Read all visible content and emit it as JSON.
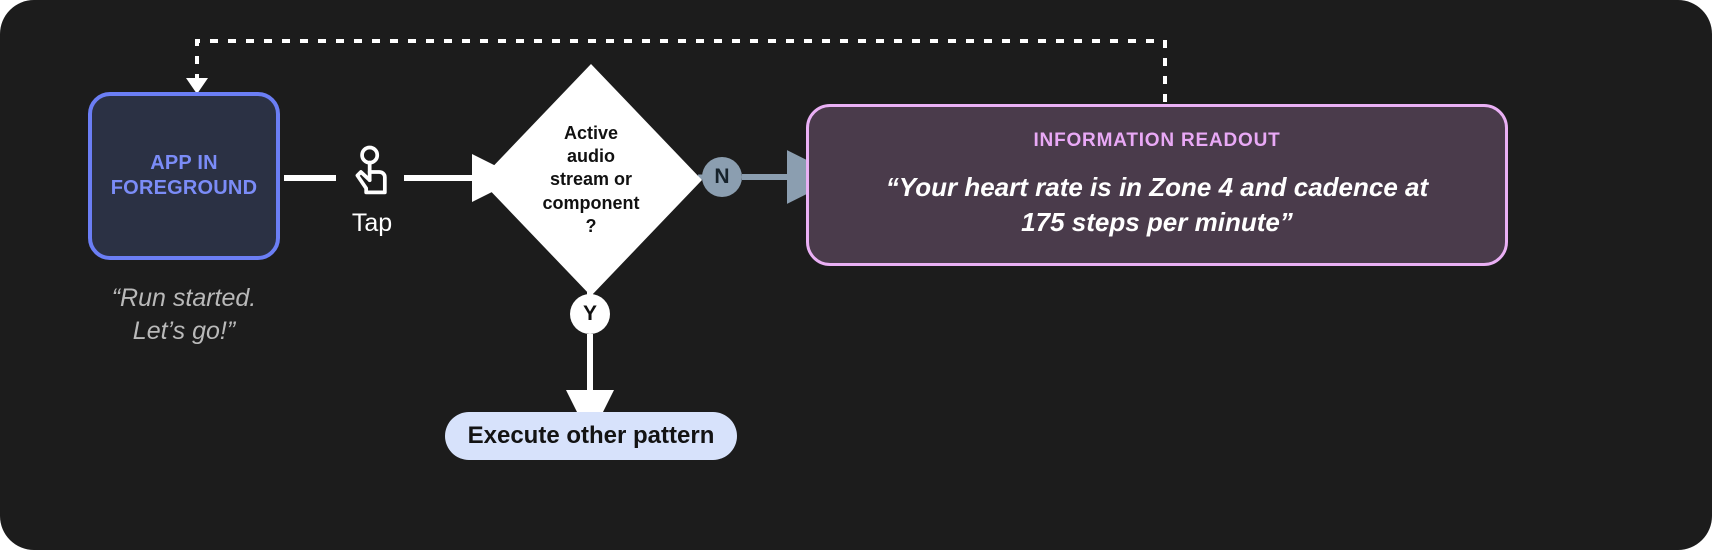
{
  "diagram": {
    "background_color": "#1c1c1c",
    "app_card": {
      "label_line1": "APP IN",
      "label_line2": "FOREGROUND",
      "border_color": "#6b7ef5",
      "fill_color": "#2b3144",
      "text_color": "#7b8cf7"
    },
    "app_caption": {
      "line1": "“Run started.",
      "line2": "Let’s go!”",
      "color": "#b9b9b9"
    },
    "gesture": {
      "icon": "tap-hand-icon",
      "label": "Tap"
    },
    "decision": {
      "line1": "Active",
      "line2": "audio",
      "line3": "stream or",
      "line4": "component",
      "line5": "?",
      "fill_color": "#ffffff",
      "text_color": "#111111"
    },
    "branches": {
      "no_badge": "N",
      "no_badge_color": "#8b9eb0",
      "yes_badge": "Y",
      "yes_badge_color": "#ffffff"
    },
    "readout": {
      "title": "INFORMATION READOUT",
      "body_line1": "“Your heart rate is in Zone 4 and cadence at",
      "body_line2": "175 steps per minute”",
      "border_color": "#eab0f5",
      "fill_color": "#4a3b4b",
      "title_color": "#e9a9f6",
      "body_color": "#ffffff"
    },
    "execute_pill": {
      "label": "Execute other pattern",
      "fill_color": "#d7e2fb",
      "text_color": "#131313"
    },
    "connectors": {
      "feedback_style": "dotted",
      "feedback_color": "#ffffff",
      "solid_color": "#ffffff",
      "no_branch_color": "#8b9eb0"
    }
  }
}
